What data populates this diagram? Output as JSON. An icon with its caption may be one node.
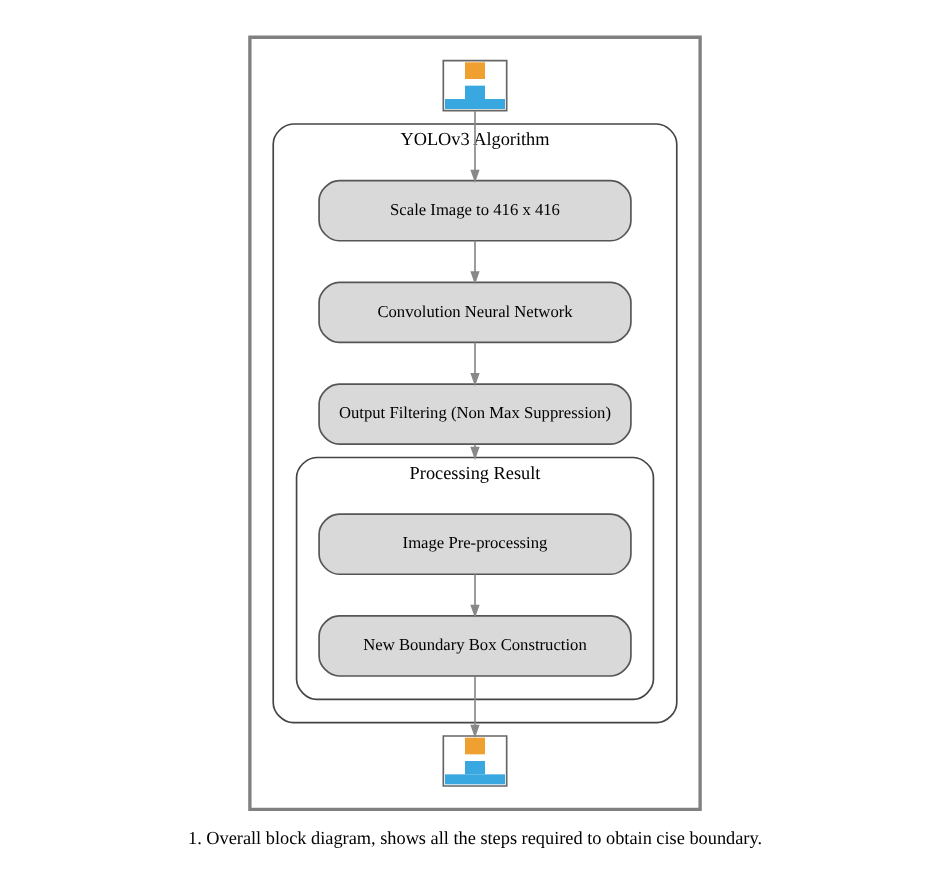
{
  "diagram": {
    "caption": "1. Overall block diagram, shows all the steps required to obtain cise boundary.",
    "nodes": [
      {
        "text": [],
        "shape": "box"
      },
      {
        "text": [],
        "shape": "person",
        "in": 0
      },
      {
        "text": [
          "YOLOv3 Algorithm"
        ],
        "in": 0
      },
      {
        "text": [
          "Scale Image to 416 x 416"
        ],
        "in": 2
      },
      {
        "text": [
          "Convolution Neural Network"
        ],
        "in": 2
      },
      {
        "text": [
          "Output Filtering (Non Max Suppression)"
        ],
        "in": 2
      },
      {
        "text": [
          "Processing Result"
        ],
        "in": 2
      },
      {
        "text": [
          "Image Pre-processing"
        ],
        "in": 6
      },
      {
        "text": [
          "New Boundary Box Construction"
        ],
        "in": 6
      },
      {
        "text": [],
        "shape": "person",
        "in": 0
      }
    ],
    "edges": [
      {
        "from": 1,
        "to": 3,
        "arrow": "to"
      },
      {
        "from": 3,
        "to": 4,
        "arrow": "to"
      },
      {
        "from": 4,
        "to": 5,
        "arrow": "to"
      },
      {
        "from": 5,
        "to": 6,
        "arrow": "to"
      },
      {
        "from": 7,
        "to": 8,
        "arrow": "to"
      },
      {
        "from": 8,
        "to": 9,
        "arrow": "to"
      }
    ]
  }
}
